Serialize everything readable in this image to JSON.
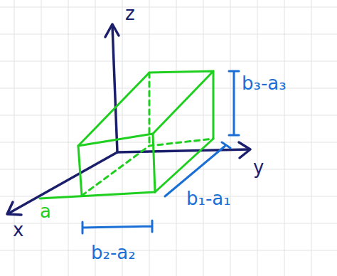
{
  "diagram": {
    "labels": [
      "z",
      "y",
      "x",
      "a",
      "b₃-a₃",
      "b₁-a₁",
      "b₂-a₂"
    ]
  }
}
